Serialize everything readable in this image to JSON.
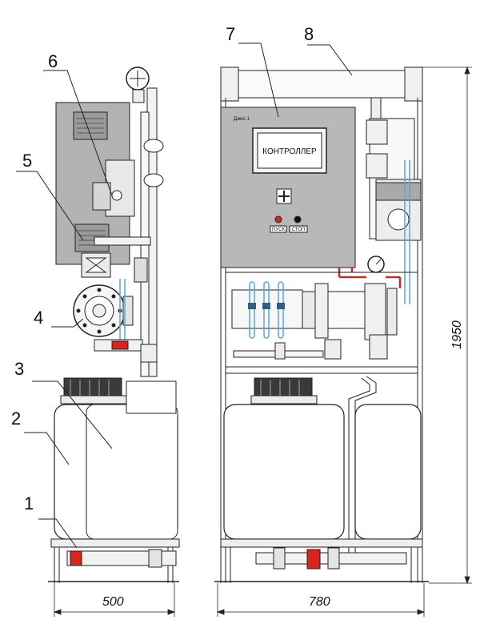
{
  "labels": [
    "1",
    "2",
    "3",
    "4",
    "5",
    "6",
    "7",
    "8"
  ],
  "dimensions": {
    "width_side": "500",
    "width_front": "780",
    "height": "1950"
  },
  "panel": {
    "tag": "Дэм1-1",
    "screen": "КОНТРОЛЛЕР",
    "start": "ПУСК",
    "stop": "СТОП"
  },
  "colors": {
    "panel_gray": "#b3b3b3",
    "tank": "#ffffff",
    "pipe_red": "#c0302b",
    "valve_red": "#d8231f",
    "hose_blue": "#5aa6d6",
    "cap_dark": "#3a3a3a"
  }
}
